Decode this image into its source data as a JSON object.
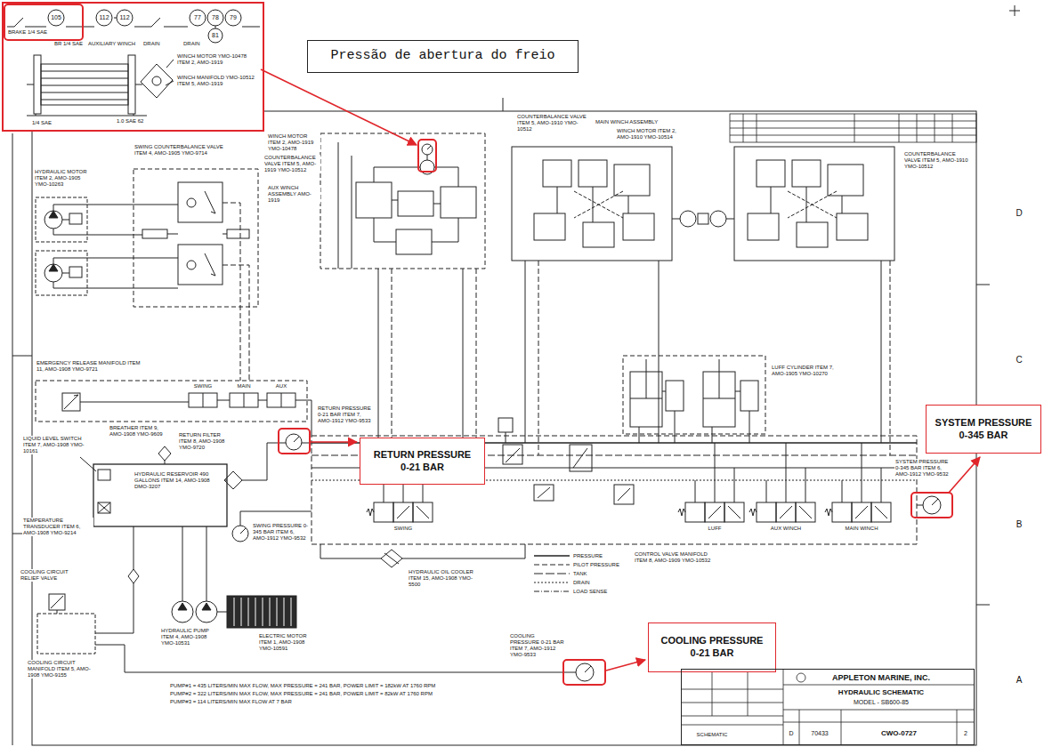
{
  "diagram": {
    "nodes": [
      {
        "text": [
          "105",
          "112",
          "112",
          "77",
          "78",
          "79",
          "81",
          "BRAKE 1/4 SAE",
          "BR 1/4 SAE",
          "AUXILIARY WINCH",
          "DRAIN",
          "DRAIN",
          "WINCH MOTOR YMO-10478 ITEM 2, AMO-1919",
          "WINCH MANIFOLD YMO-10512 ITEM 5, AMO-1919",
          "1/4 SAE",
          "1.0 SAE 62"
        ]
      },
      {
        "text": [
          "Pressão de abertura do freio"
        ]
      },
      {
        "text": [
          "SYSTEM PRESSURE",
          "0-345 BAR"
        ]
      },
      {
        "text": [
          "RETURN PRESSURE",
          "0-21 BAR"
        ]
      },
      {
        "text": [
          "COOLING PRESSURE",
          "0-21 BAR"
        ]
      },
      {
        "text": [
          "APPLETON MARINE, INC.",
          "HYDRAULIC SCHEMATIC",
          "MODEL - SB600-85",
          "D",
          "70433",
          "CWO-0727",
          "2",
          "SCHEMATIC"
        ]
      }
    ],
    "labels": [
      "WINCH MOTOR ITEM 2, AMO-1919 YMO-10478",
      "COUNTERBALANCE VALVE ITEM 5, AMO-1919 YMO-10512",
      "AUX WINCH ASSEMBLY AMO-1919",
      "HYDRAULIC MOTOR ITEM 2, AMO-1905 YMO-10263",
      "SWING COUNTERBALANCE VALVE ITEM 4, AMO-1905 YMO-9714",
      "COUNTERBALANCE VALVE ITEM 5, AMO-1910 YMO-10512",
      "MAIN WINCH ASSEMBLY",
      "WINCH MOTOR ITEM 2, AMO-1910 YMO-10514",
      "COUNTERBALANCE VALVE ITEM 5, AMO-1910 YMO-10512",
      "LUFF CYLINDER ITEM 7, AMO-1905 YMO-10270",
      "EMERGENCY RELEASE MANIFOLD ITEM 11, AMO-1908 YMO-9721",
      "SWING",
      "MAIN",
      "AUX",
      "LIQUID LEVEL SWITCH ITEM 7, AMO-1908 YMO-10161",
      "BREATHER ITEM 9, AMO-1908 YMO-9609",
      "RETURN FILTER ITEM 8, AMO-1908 YMO-9720",
      "HYDRAULIC RESERVOIR 490 GALLONS ITEM 14, AMO-1908 DMO-3207",
      "TEMPERATURE TRANSDUCER ITEM 6, AMO-1908 YMO-9214",
      "RETURN PRESSURE 0-21 BAR ITEM 7, AMO-1912 YMO-9533",
      "SWING PRESSURE 0-345 BAR ITEM 6, AMO-1912 YMO-9532",
      "SYSTEM PRESSURE 0-345 BAR ITEM 6, AMO-1912 YMO-9532",
      "SWING",
      "LUFF",
      "AUX WINCH",
      "MAIN WINCH",
      "CONTROL VALVE MANIFOLD ITEM 8, AMO-1909 YMO-10532",
      "HYDRAULIC OIL COOLER ITEM 15, AMO-1908 YMO-5500",
      "COOLING PRESSURE 0-21 BAR ITEM 7, AMO-1912 YMO-9533",
      "COOLING CIRCUIT RELIEF VALVE",
      "COOLING CIRCUIT MANIFOLD ITEM 5, AMO-1908 YMO-9155",
      "HYDRAULIC PUMP ITEM 4, AMO-1908 YMO-10531",
      "ELECTRIC MOTOR ITEM 1, AMO-1908 YMO-10591",
      "PUMP#1 = 435 LITERS/MIN MAX FLOW, MAX PRESSURE = 241 BAR, POWER LIMIT = 182kW AT 1760 RPM",
      "PUMP#2 = 322 LITERS/MIN MAX FLOW, MAX PRESSURE = 241 BAR, POWER LIMIT = 82kW AT 1760 RPM",
      "PUMP#3 = 114 LITERS/MIN MAX FLOW AT 7 BAR",
      "D",
      "C",
      "B",
      "A"
    ],
    "legend": [
      {
        "text": "PRESSURE"
      },
      {
        "text": "PILOT PRESSURE"
      },
      {
        "text": "TANK"
      },
      {
        "text": "DRAIN"
      },
      {
        "text": "LOAD SENSE"
      }
    ]
  }
}
